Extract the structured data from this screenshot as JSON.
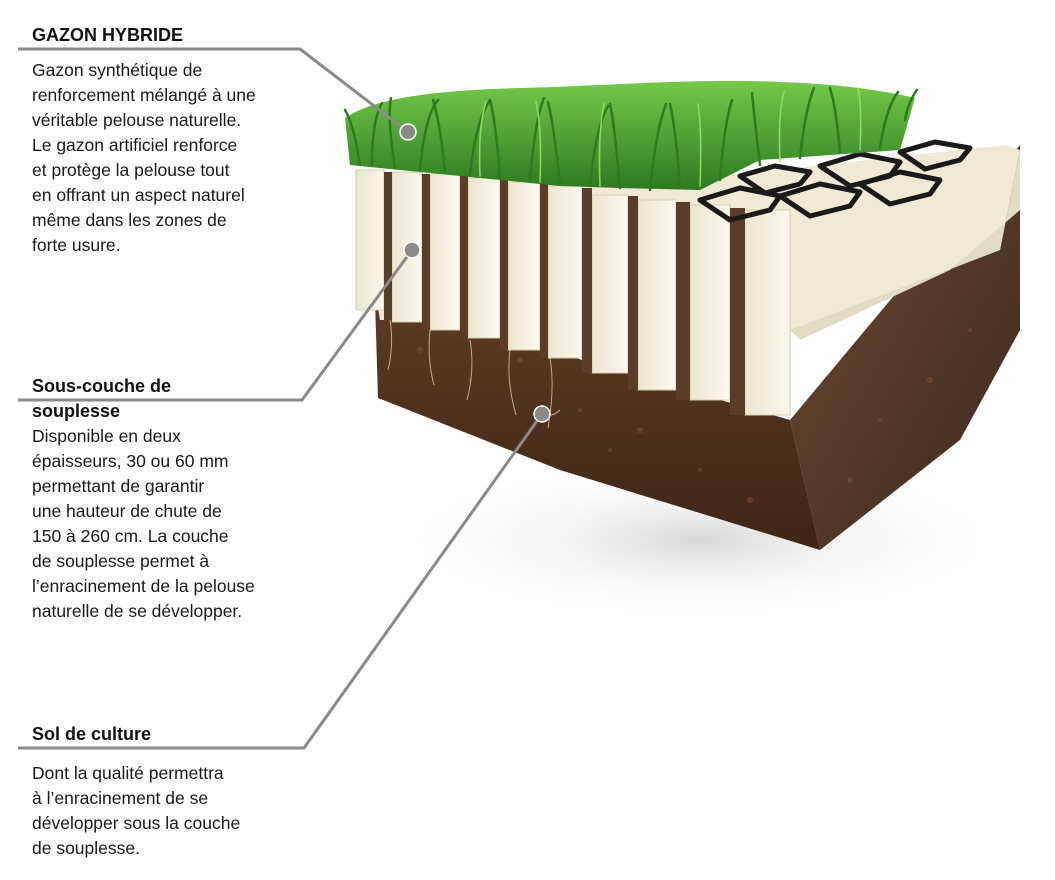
{
  "callouts": [
    {
      "title": "GAZON HYBRIDE",
      "lines": [
        "Gazon synthétique de",
        "renforcement mélangé à une",
        "véritable pelouse naturelle.",
        "Le gazon artificiel renforce",
        "et protège la pelouse tout",
        "en offrant un aspect naturel",
        "même dans les zones de",
        "forte usure."
      ]
    },
    {
      "title": "Sous-couche de souplesse",
      "lines": [
        "Disponible en deux",
        "épaisseurs, 30 ou 60 mm",
        "permettant de garantir",
        "une hauteur de chute de",
        "150 à 260 cm. La couche",
        "de souplesse permet à",
        "l’enracinement de la pelouse",
        "naturelle de se développer."
      ]
    },
    {
      "title": "Sol de culture",
      "lines": [
        "Dont la qualité permettra",
        "à l’enracinement de se",
        "développer sous la couche",
        "de souplesse."
      ]
    }
  ],
  "colors": {
    "leader": "#8a8a8a",
    "grass_dark": "#2f7d22",
    "grass_light": "#6ec43a",
    "pad": "#f4efdc",
    "soil_dark": "#4a2e1c",
    "soil_mid": "#6b4428",
    "soil_side": "#5a4636"
  }
}
